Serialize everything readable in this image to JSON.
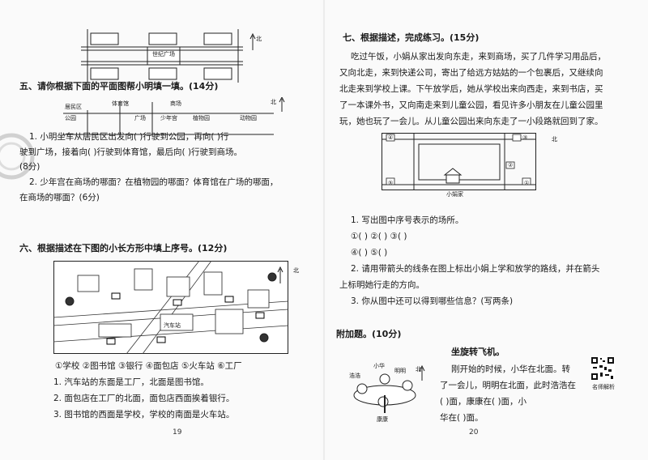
{
  "left": {
    "top_map": {
      "plaza_label": "世纪广场",
      "north": "北"
    },
    "q5": {
      "heading": "五、请你根据下面的平面图帮小明填一填。(14分)",
      "map": {
        "residential": "居民区",
        "gym": "体育馆",
        "mall": "商场",
        "park": "公园",
        "plaza": "广场",
        "youth_palace": "少年宫",
        "botanical": "植物园",
        "zoo": "动物园",
        "north": "北"
      },
      "l1": "1. 小明坐车从居民区出发向(      )行驶到公园，再向(      )行",
      "l2": "驶到广场，接着向(      )行驶到体育馆，最后向(      )行驶到商场。",
      "l3": "(8分)",
      "l4": "2. 少年宫在商场的哪面？在植物园的哪面？体育馆在广场的哪面，",
      "l5": "在商场的哪面？(6分)"
    },
    "q6": {
      "heading": "六、根据描述在下图的小长方形中填上序号。(12分)",
      "bus_label": "汽车站",
      "north": "北",
      "options": "①学校  ②图书馆  ③银行  ④面包店  ⑤火车站  ⑥工厂",
      "l1": "1. 汽车站的东面是工厂，北面是图书馆。",
      "l2": "2. 面包店在工厂的北面，面包店西面挨着银行。",
      "l3": "3. 图书馆的西面是学校，学校的南面是火车站。"
    },
    "page_number": "19"
  },
  "right": {
    "q7": {
      "heading": "七、根据描述，完成练习。(15分)",
      "p1": "吃过午饭，小娟从家出发向东走，来到商场，买了几件学习用品后，",
      "p2": "又向北走，来到快递公司，寄出了给远方姑姑的一个包裹后，又继续向",
      "p3": "北走来到学校上课。下午放学后，她从学校出来向西走，来到书店，买",
      "p4": "了一本课外书，又向南走来到儿童公园，看见许多小朋友在儿童公园里",
      "p5": "玩，她也玩了一会儿。从儿童公园出来向东走了一小段路就回到了家。",
      "map": {
        "m4": "④",
        "m3": "③",
        "m2": "②",
        "m5": "⑤",
        "m1": "①",
        "home": "小娟家",
        "north": "北"
      },
      "q1": "1. 写出图中序号表示的场所。",
      "q1a": "①(            )   ②(            )   ③(            )",
      "q1b": "④(            )   ⑤(            )",
      "q2a": "2. 请用带箭头的线条在图上标出小娟上学和放学的路线，并在箭头",
      "q2b": "上标明她行走的方向。",
      "q3": "3. 你从图中还可以得到哪些信息？(写两条)"
    },
    "bonus": {
      "heading": "附加题。(10分)",
      "title": "坐旋转飞机。",
      "p1": "刚开始的时候，小华在北面。转",
      "p2": "了一会儿，明明在北面，此时浩浩在",
      "p3": "(      )面，康康在(      )面，小",
      "p4": "华在(      )面。",
      "names": {
        "xiaohua": "小华",
        "mingming": "明明",
        "haohao": "浩浩",
        "kangkang": "康康"
      },
      "north": "北",
      "qr_caption": "名师解析"
    },
    "page_number": "20"
  }
}
